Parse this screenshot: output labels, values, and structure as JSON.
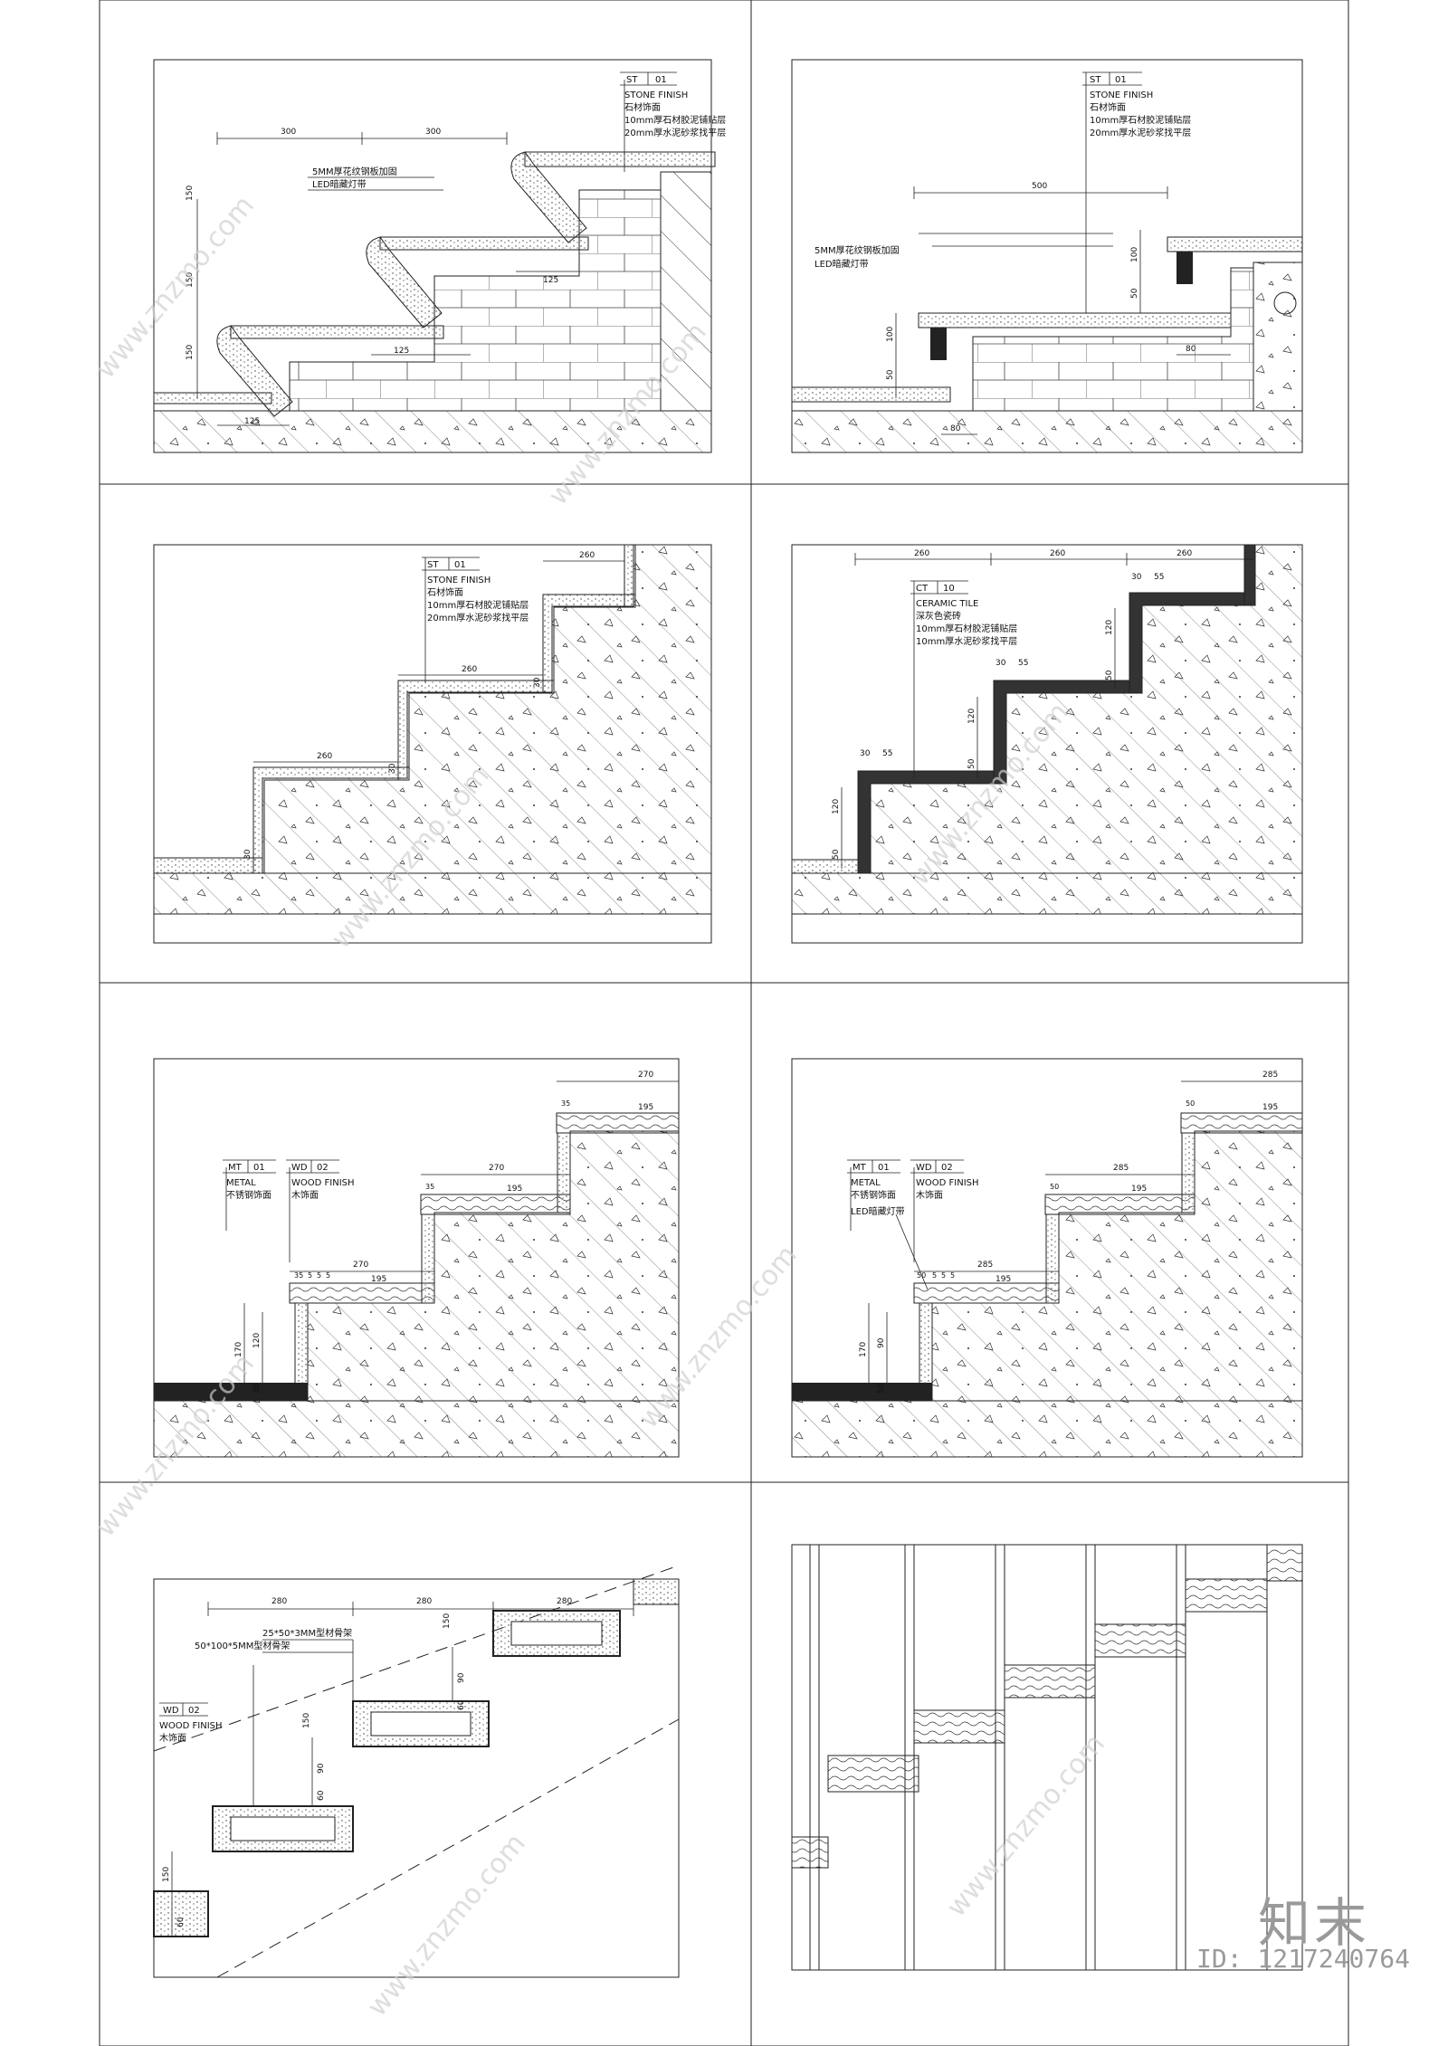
{
  "panels": {
    "p1": {
      "tag": [
        "ST",
        "01"
      ],
      "spec": [
        "STONE FINISH",
        "石材饰面",
        "10mm厚石材胶泥铺贴层",
        "20mm厚水泥砂浆找平层"
      ],
      "notes": [
        "5MM厚花纹钢板加固",
        "LED暗藏灯带"
      ],
      "dims": [
        "300",
        "300",
        "150",
        "150",
        "150",
        "125",
        "125",
        "125"
      ]
    },
    "p2": {
      "tag": [
        "ST",
        "01"
      ],
      "spec": [
        "STONE FINISH",
        "石材饰面",
        "10mm厚石材胶泥铺贴层",
        "20mm厚水泥砂浆找平层"
      ],
      "notes": [
        "5MM厚花纹钢板加固",
        "LED暗藏灯带"
      ],
      "dims": [
        "500",
        "100",
        "50",
        "100",
        "50",
        "80",
        "80"
      ]
    },
    "p3": {
      "tag": [
        "ST",
        "01"
      ],
      "spec": [
        "STONE FINISH",
        "石材饰面",
        "10mm厚石材胶泥铺贴层",
        "20mm厚水泥砂浆找平层"
      ],
      "dims": [
        "260",
        "260",
        "260",
        "30",
        "30",
        "30"
      ]
    },
    "p4": {
      "tag": [
        "CT",
        "10"
      ],
      "spec": [
        "CERAMIC TILE",
        "深灰色瓷砖",
        "10mm厚石材胶泥铺贴层",
        "10mm厚水泥砂浆找平层"
      ],
      "dims": [
        "260",
        "260",
        "260",
        "30",
        "55",
        "30",
        "55",
        "30",
        "55",
        "120",
        "120",
        "120",
        "50",
        "50",
        "50"
      ]
    },
    "p5": {
      "tags": [
        [
          "MT",
          "01"
        ],
        [
          "WD",
          "02"
        ]
      ],
      "specs": [
        [
          "METAL",
          "不锈钢饰面"
        ],
        [
          "WOOD FINISH",
          "木饰面"
        ]
      ],
      "dims": [
        "270",
        "195",
        "270",
        "195",
        "270",
        "195",
        "170",
        "120",
        "30",
        "5",
        "5",
        "5",
        "35",
        "35",
        "35"
      ]
    },
    "p6": {
      "tags": [
        [
          "MT",
          "01"
        ],
        [
          "WD",
          "02"
        ]
      ],
      "specs": [
        [
          "METAL",
          "不锈钢饰面"
        ],
        [
          "WOOD FINISH",
          "木饰面"
        ]
      ],
      "notes": [
        "LED暗藏灯带"
      ],
      "dims": [
        "285",
        "195",
        "285",
        "195",
        "285",
        "195",
        "170",
        "90",
        "50",
        "5",
        "5",
        "5",
        "50",
        "50",
        "50"
      ]
    },
    "p7": {
      "tag": [
        "WD",
        "02"
      ],
      "spec": [
        "WOOD FINISH",
        "木饰面"
      ],
      "notes": [
        "25*50*3MM型材骨架",
        "50*100*5MM型材骨架"
      ],
      "dims": [
        "280",
        "280",
        "280",
        "150",
        "90",
        "60",
        "150",
        "90",
        "60",
        "150",
        "60"
      ]
    }
  },
  "brand": "知末",
  "image_id": "ID: 1217240764",
  "colors": {
    "line": "#111111",
    "paper": "#ffffff",
    "watermark": "#c8c8c8"
  }
}
